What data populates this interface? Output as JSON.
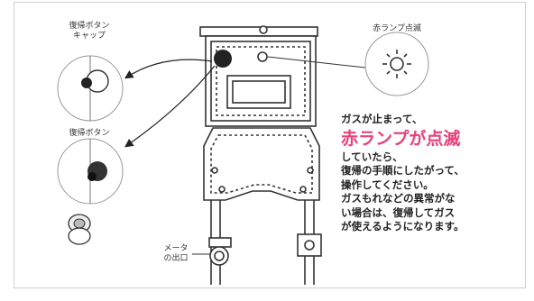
{
  "labels": {
    "reset_button_cap": [
      "復帰ボタン",
      "キャップ"
    ],
    "reset_button": "復帰ボタン",
    "red_lamp_blink": "赤ランプ点滅",
    "meter_outlet": [
      "メータ",
      "の出口"
    ]
  },
  "instructions": {
    "line1": "ガスが止まって、",
    "highlight": "赤ランプが点滅",
    "line2": "していたら、",
    "line3": "復帰の手順にしたがって、",
    "line4": "操作してください。",
    "line5": "ガスもれなどの異常がな",
    "line6": "い場合は、復帰してガス",
    "line7": "が使えるようになります。"
  },
  "colors": {
    "accent_red": "#e8417a",
    "line": "#333333",
    "frame": "#cfcfcf"
  }
}
